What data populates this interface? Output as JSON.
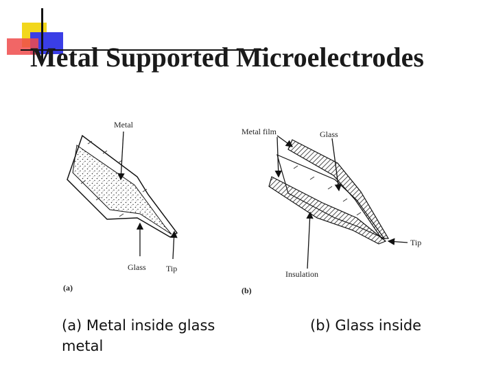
{
  "title": "Metal Supported  Microelectrodes",
  "figure_a": {
    "tag": "(a)",
    "labels": {
      "metal": "Metal",
      "glass": "Glass",
      "tip": "Tip"
    }
  },
  "figure_b": {
    "tag": "(b)",
    "labels": {
      "metal_film": "Metal film",
      "glass": "Glass",
      "insulation": "Insulation",
      "tip": "Tip"
    }
  },
  "captions": {
    "a_line1": "(a) Metal inside glass",
    "a_line2": "metal",
    "b": "(b) Glass inside"
  },
  "colors": {
    "yellow": "#f2d71c",
    "blue": "#3a3ee6",
    "red": "#ef4b4b"
  }
}
